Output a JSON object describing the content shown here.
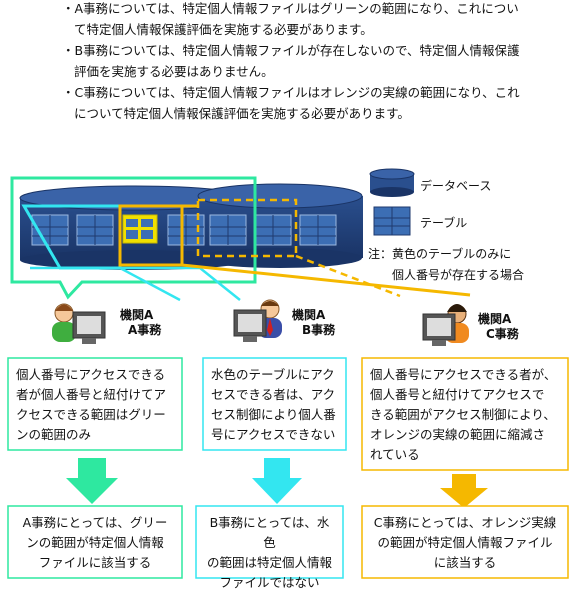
{
  "intro": {
    "line1": "・A事務については、特定個人情報ファイルはグリーンの範囲になり、これについ",
    "line2": "て特定個人情報保護評価を実施する必要があります。",
    "line3": "・B事務については、特定個人情報ファイルが存在しないので、特定個人情報保護",
    "line4": "評価を実施する必要はありません。",
    "line5": "・C事務については、特定個人情報ファイルはオレンジの実線の範囲になり、これ",
    "line6": "について特定個人情報保護評価を実施する必要があります。"
  },
  "legend": {
    "database": "データベース",
    "table": "テーブル",
    "note1": "注：黄色のテーブルのみに",
    "note2": "個人番号が存在する場合"
  },
  "agents": {
    "a": {
      "line1": "機関A",
      "line2": "A事務"
    },
    "b": {
      "line1": "機関A",
      "line2": "B事務"
    },
    "c": {
      "line1": "機関A",
      "line2": "C事務"
    }
  },
  "boxes": {
    "a": {
      "l1": "個人番号にアクセスできる",
      "l2": "者が個人番号と紐付けてア",
      "l3": "クセスできる範囲はグリー",
      "l4": "ンの範囲のみ"
    },
    "b": {
      "l1": "水色のテーブルにアク",
      "l2": "セスできる者は、アク",
      "l3": "セス制御により個人番",
      "l4": "号にアクセスできない"
    },
    "c": {
      "l1": "個人番号にアクセスできる者が、",
      "l2": "個人番号と紐付けてアクセスで",
      "l3": "きる範囲がアクセス制御により、",
      "l4": "オレンジの実線の範囲に縮減さ",
      "l5": "れている"
    }
  },
  "results": {
    "a": {
      "l1": "A事務にとっては、グリー",
      "l2": "ンの範囲が特定個人情報",
      "l3": "ファイルに該当する"
    },
    "b": {
      "l1": "B事務にとっては、水色",
      "l2": "の範囲は特定個人情報",
      "l3": "ファイルではない"
    },
    "c": {
      "l1": "C事務にとっては、オレンジ実線",
      "l2": "の範囲が特定個人情報ファイル",
      "l3": "に該当する"
    }
  },
  "colors": {
    "green": "#2ee8a0",
    "cyan": "#33e6f0",
    "orange": "#f5b800",
    "yellow": "#f0e000",
    "navy": "#1f3a6e",
    "table_blue": "#3c6eb4"
  }
}
